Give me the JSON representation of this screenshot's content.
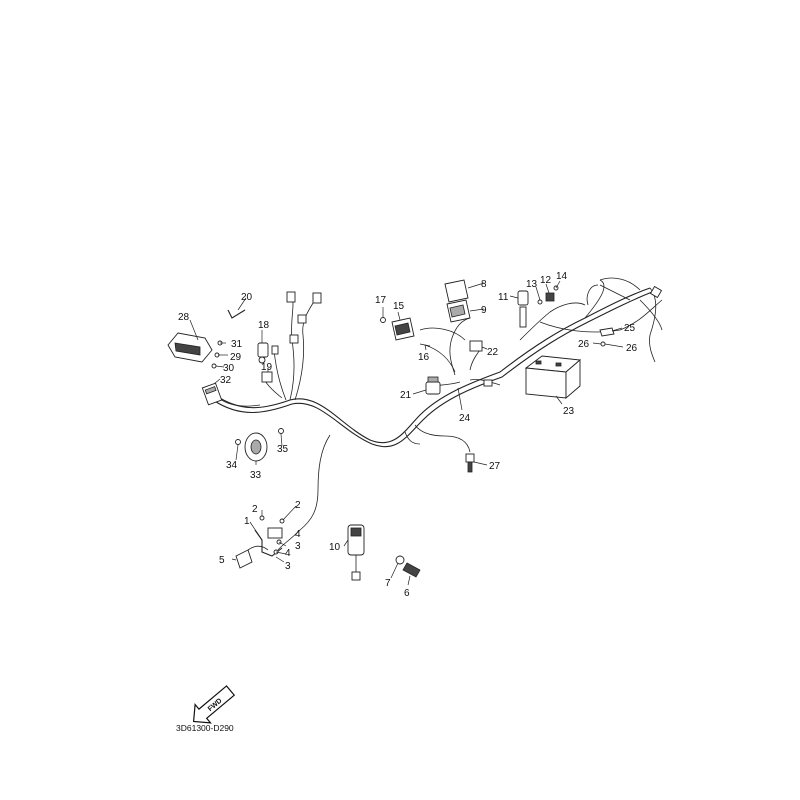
{
  "diagram": {
    "code": "3D61300-D290",
    "fwd_label": "FWD",
    "callouts": [
      "1",
      "2",
      "3",
      "4",
      "5",
      "6",
      "7",
      "8",
      "9",
      "10",
      "11",
      "12",
      "13",
      "14",
      "15",
      "16",
      "17",
      "18",
      "19",
      "20",
      "21",
      "22",
      "23",
      "24",
      "25",
      "26",
      "27",
      "28",
      "29",
      "30",
      "31",
      "32",
      "33",
      "34",
      "35"
    ]
  }
}
